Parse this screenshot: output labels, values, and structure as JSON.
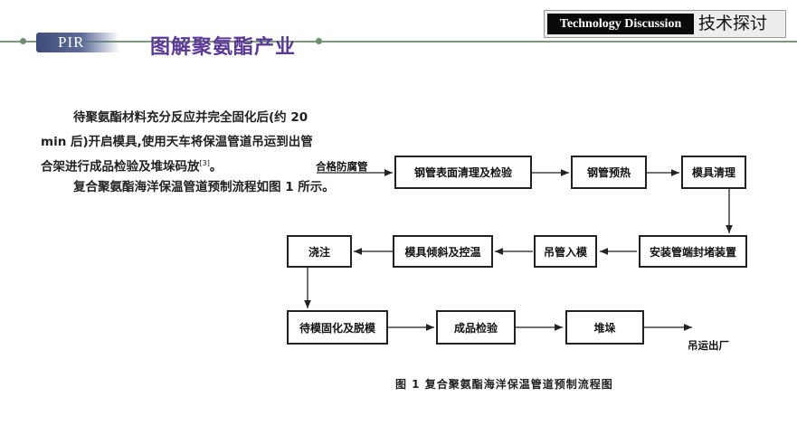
{
  "header": {
    "badge": "PIR",
    "title": "图解聚氨酯产业",
    "tech_en": "Technology Discussion",
    "tech_zh": "技术探讨"
  },
  "body_text": {
    "line1": "待聚氨酯材料充分反应并完全固化后(约 20",
    "line2": "min 后)开启模具,使用天车将保温管道吊运到出管",
    "line3a": "合架进行成品检验及堆垛码放",
    "ref": "[3]",
    "line3b": "。",
    "line4": "复合聚氨酯海洋保温管道预制流程如图 1 所示。"
  },
  "flowchart": {
    "start_label": "合格防腐管",
    "end_label": "吊运出厂",
    "steps": {
      "s1": "钢管表面清理及检验",
      "s2": "钢管预热",
      "s3": "模具清理",
      "s4": "安装管端封堵装置",
      "s5": "吊管入模",
      "s6": "模具倾斜及控温",
      "s7": "浇注",
      "s8": "待模固化及脱模",
      "s9": "成品检验",
      "s10": "堆垛"
    },
    "caption": "图 1    复合聚氨酯海洋保温管道预制流程图"
  }
}
